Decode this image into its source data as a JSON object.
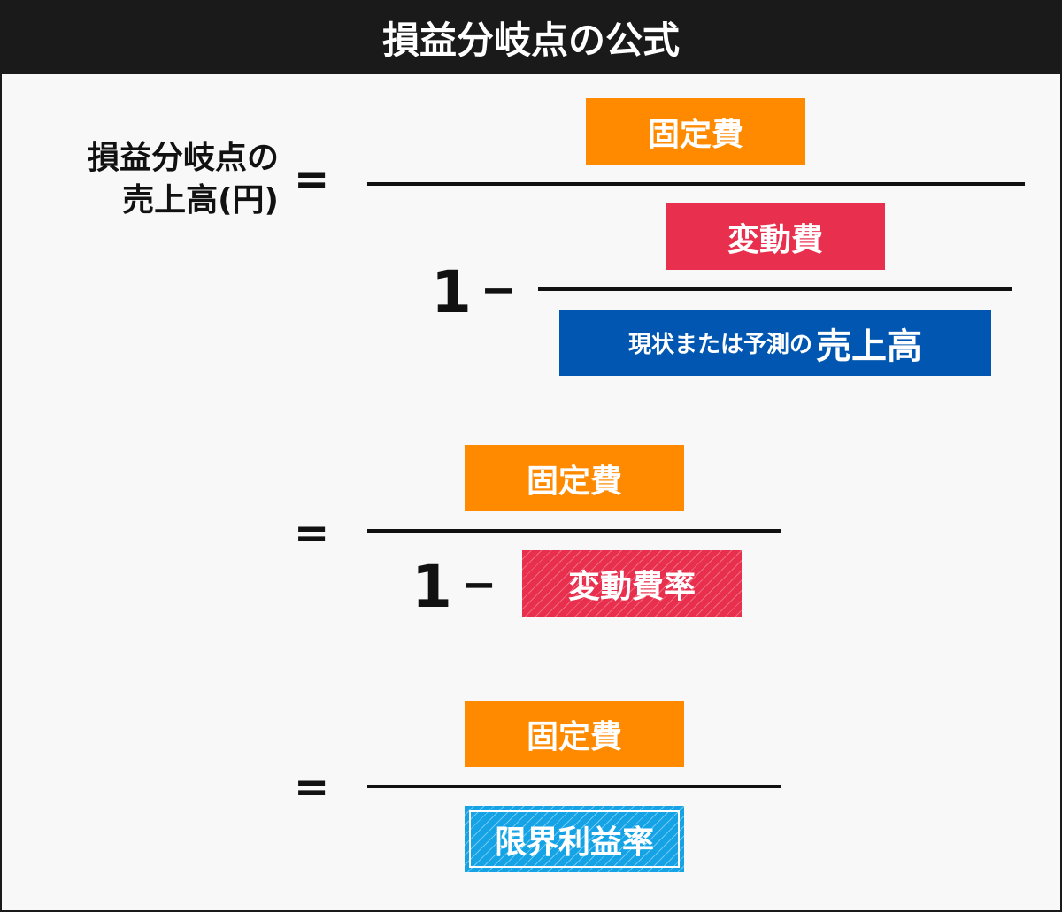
{
  "title": "損益分岐点の公式",
  "lhs": {
    "line1": "損益分岐点の",
    "line2": "売上高(円)"
  },
  "symbols": {
    "equals": "=",
    "one": "1",
    "minus": "−"
  },
  "formula1": {
    "numerator": "固定費",
    "inner_numerator": "変動費",
    "inner_denominator_prefix": "現状または予測の",
    "inner_denominator_main": "売上高"
  },
  "formula2": {
    "numerator": "固定費",
    "denominator_term": "変動費率"
  },
  "formula3": {
    "numerator": "固定費",
    "denominator": "限界利益率"
  },
  "colors": {
    "fixed_cost": "#ff8a00",
    "variable_cost": "#e8304e",
    "sales": "#0056b0",
    "marginal_profit": "#15a3e6"
  }
}
